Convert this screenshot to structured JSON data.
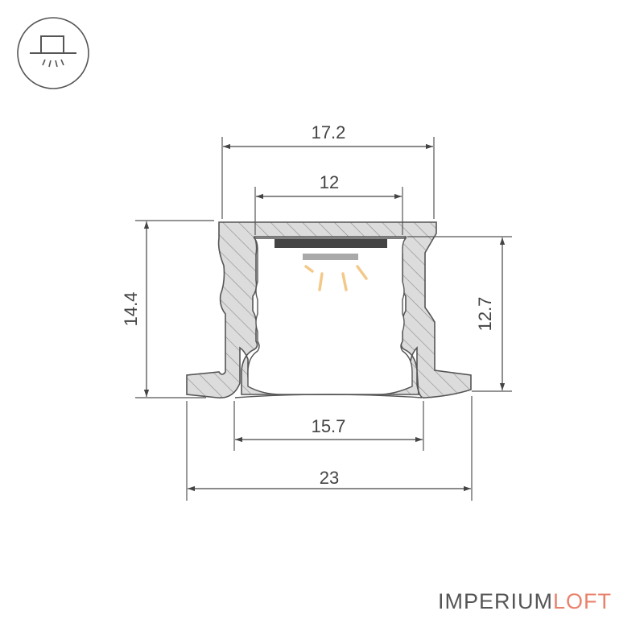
{
  "icon": {
    "name": "recessed-ceiling-light-icon"
  },
  "dimensions": {
    "top_outer_width": "17.2",
    "top_inner_width": "12",
    "left_height": "14.4",
    "right_height": "12.7",
    "bottom_inner_width": "15.7",
    "overall_width": "23"
  },
  "brand": {
    "part1": "IMPERIUM",
    "part2": "LOFT",
    "accent_color": "#e9826c"
  },
  "colors": {
    "line": "#555555",
    "profile_fill": "#dcdcdc",
    "led_bar": "#444444",
    "led_glow": "#f3c98a"
  }
}
